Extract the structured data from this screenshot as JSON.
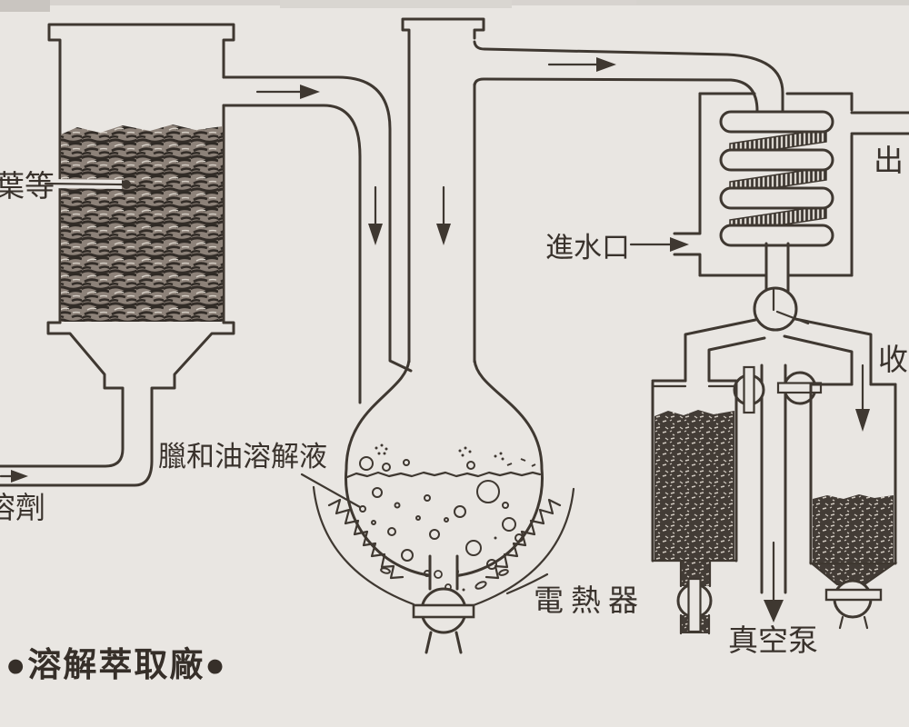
{
  "page": {
    "background": "#e9e6e2",
    "ink": "#3f3831"
  },
  "title": {
    "text": "●溶解萃取廠●"
  },
  "labels": {
    "material": "葉等",
    "solvent": "溶劑",
    "solution": "臘和油溶解液",
    "heater": "電熱器",
    "water_inlet": "進水口",
    "water_outlet": "出",
    "collect": "收",
    "vacuum_pump": "真空泵"
  }
}
